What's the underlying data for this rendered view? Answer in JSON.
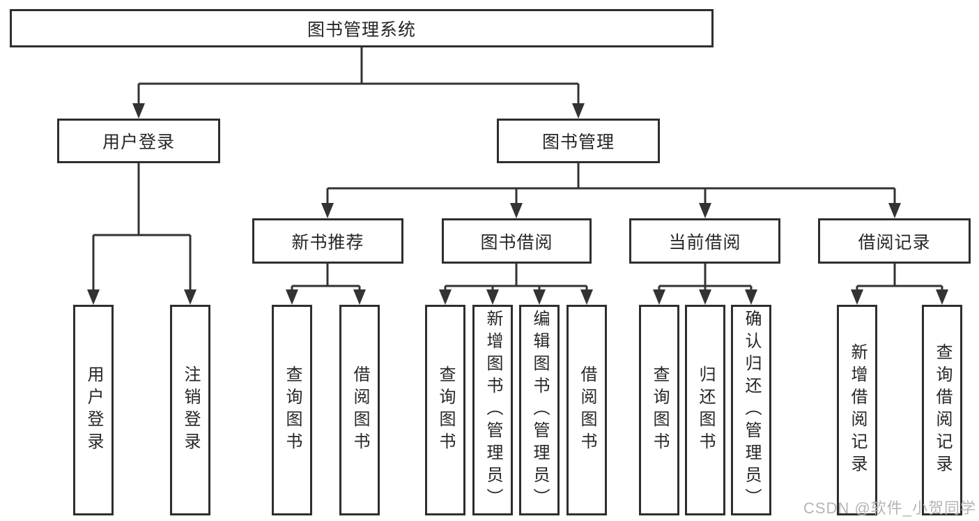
{
  "diagram": {
    "root": {
      "label": "图书管理系统"
    },
    "branches": [
      {
        "label": "用户登录",
        "children": [
          "用户登录",
          "注销登录"
        ]
      },
      {
        "label": "图书管理",
        "groups": [
          {
            "label": "新书推荐",
            "children": [
              "查询图书",
              "借阅图书"
            ]
          },
          {
            "label": "图书借阅",
            "children": [
              "查询图书",
              "新增图书（管理员）",
              "编辑图书（管理员）",
              "借阅图书"
            ]
          },
          {
            "label": "当前借阅",
            "children": [
              "查询图书",
              "归还图书",
              "确认归还（管理员）"
            ]
          },
          {
            "label": "借阅记录",
            "children": [
              "新增借阅记录",
              "查询借阅记录"
            ]
          }
        ]
      }
    ],
    "line_color": "#333333",
    "watermark": "CSDN @软件_小贺同学"
  }
}
